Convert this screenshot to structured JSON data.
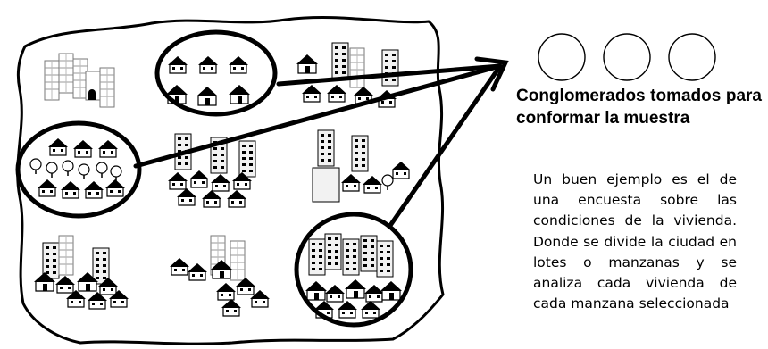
{
  "caption": "Conglomerados tomados para conformar la muestra",
  "description": "Un buen ejemplo es el de una encuesta sobre las condiciones de la vivienda. Donde se divide la ciudad en lotes o manzanas y se analiza cada vivienda de cada manzana seleccionada",
  "colors": {
    "ink": "#000000",
    "paper": "#ffffff",
    "building_fill": "#f2f2f2",
    "tree_fill": "#ffffff"
  },
  "icons": [
    "map-outline",
    "house-icon",
    "apartment-building-icon",
    "tree-icon",
    "cluster-circle",
    "arrow-icon"
  ]
}
